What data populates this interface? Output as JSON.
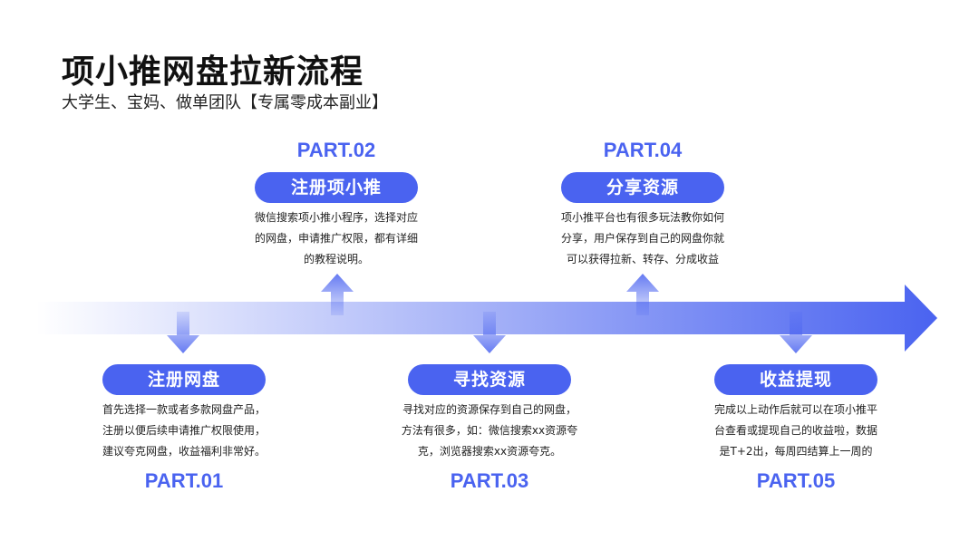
{
  "title": "项小推网盘拉新流程",
  "subtitle": "大学生、宝妈、做单团队【专属零成本副业】",
  "steps": [
    {
      "part": "PART.01",
      "name": "注册网盘",
      "desc": [
        "首先选择一款或者多款网盘产品，",
        "注册以便后续申请推广权限使用，",
        "建议夸克网盘，收益福利非常好。"
      ]
    },
    {
      "part": "PART.02",
      "name": "注册项小推",
      "desc": [
        "微信搜索项小推小程序，选择对应",
        "的网盘，申请推广权限，都有详细",
        "的教程说明。"
      ]
    },
    {
      "part": "PART.03",
      "name": "寻找资源",
      "desc": [
        "寻找对应的资源保存到自己的网盘，",
        "方法有很多，如：微信搜索xx资源夸",
        "克，浏览器搜索xx资源夸克。"
      ]
    },
    {
      "part": "PART.04",
      "name": "分享资源",
      "desc": [
        "项小推平台也有很多玩法教你如何",
        "分享，用户保存到自己的网盘你就",
        "可以获得拉新、转存、分成收益"
      ]
    },
    {
      "part": "PART.05",
      "name": "收益提现",
      "desc": [
        "完成以上动作后就可以在项小推平",
        "台查看或提现自己的收益啦，数据",
        "是T+2出，每周四结算上一周的"
      ]
    }
  ],
  "colors": {
    "accent": "#4a63f0",
    "text": "#222222",
    "title": "#111111"
  }
}
